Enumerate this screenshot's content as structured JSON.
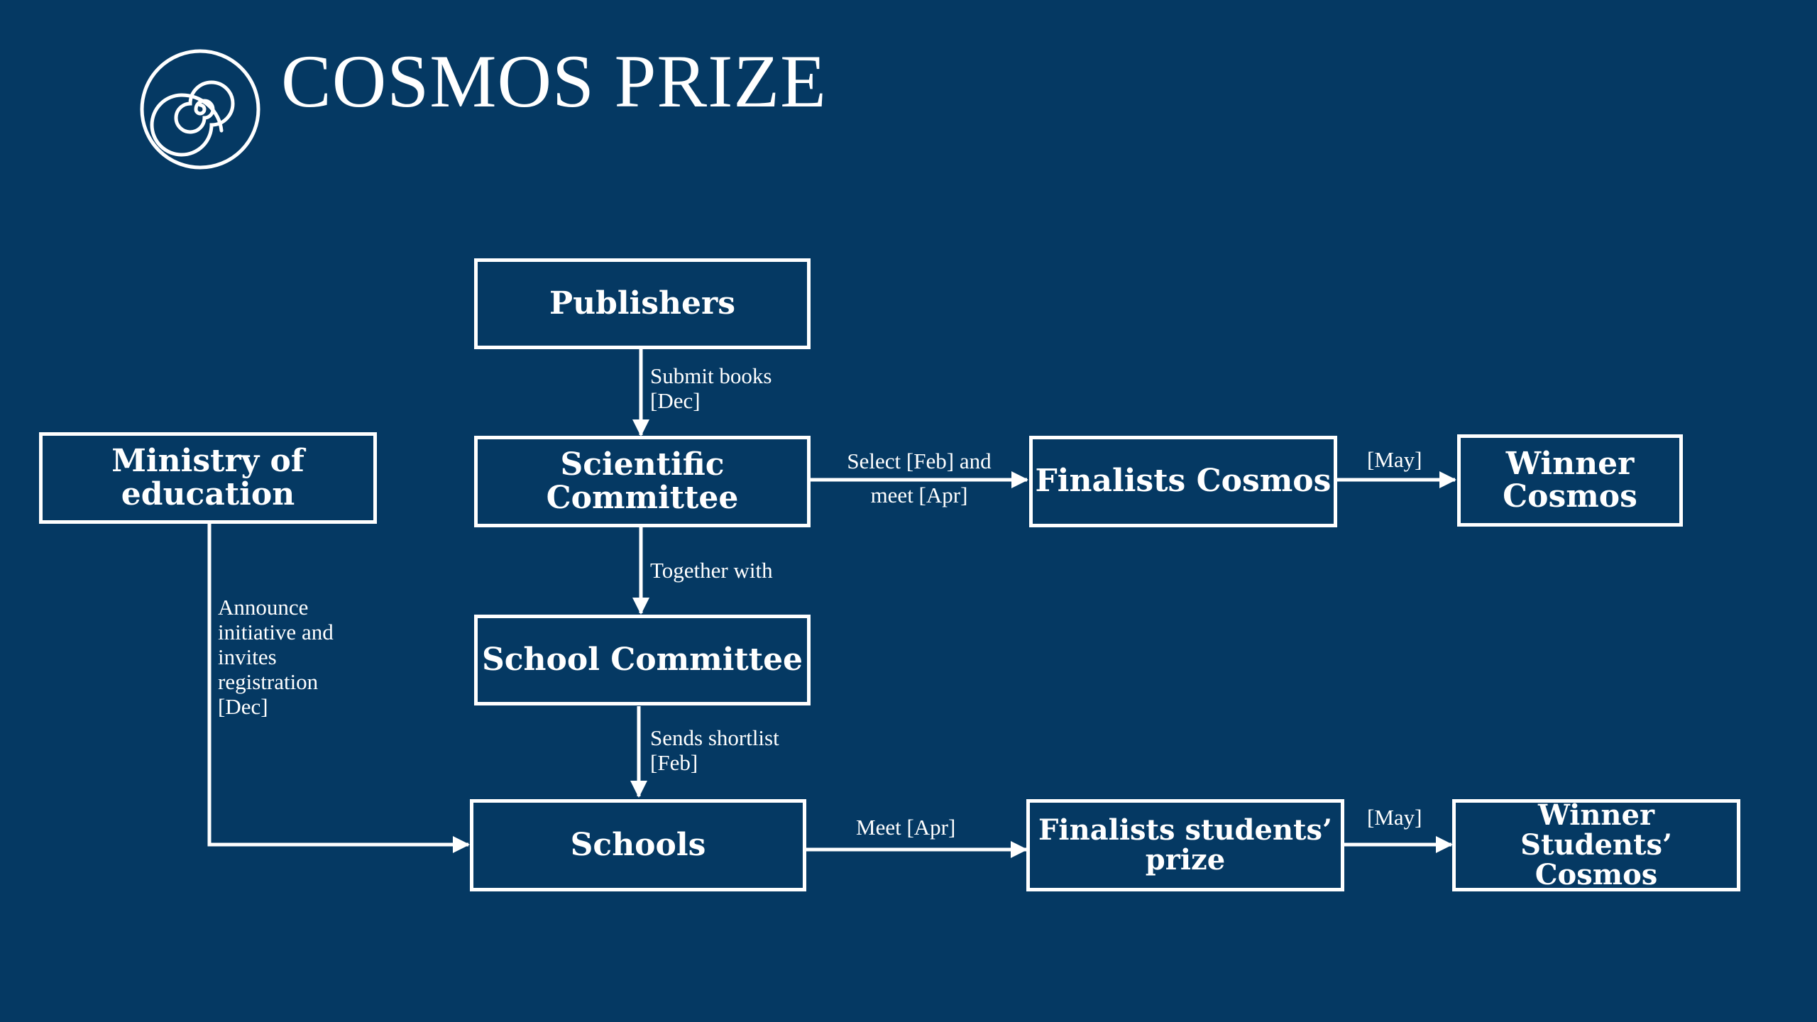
{
  "brand": {
    "title": "COSMOS PRIZE",
    "logo_icon": "spiral-icon"
  },
  "colors": {
    "background": "#053963",
    "foreground": "#ffffff"
  },
  "nodes": {
    "publishers": "Publishers",
    "ministry": "Ministry of education",
    "scientific_committee": "Scientific Committee",
    "finalists_cosmos": "Finalists Cosmos",
    "winner_cosmos": "Winner\nCosmos",
    "school_committee": "School Committee",
    "schools": "Schools",
    "finalists_students": "Finalists students’ prize",
    "winner_students": "Winner\nStudents’ Cosmos"
  },
  "edges": {
    "publishers_to_scientific": "Submit books\n[Dec]",
    "scientific_to_finalists": "Select [Feb] and\nmeet [Apr]",
    "finalists_to_winner": "[May]",
    "scientific_to_school_committee": "Together with",
    "ministry_to_schools": "Announce\ninitiative and\ninvites\nregistration\n[Dec]",
    "school_committee_to_schools": "Sends shortlist\n[Feb]",
    "schools_to_finalists_students": "Meet [Apr]",
    "finalists_students_to_winner": "[May]"
  }
}
